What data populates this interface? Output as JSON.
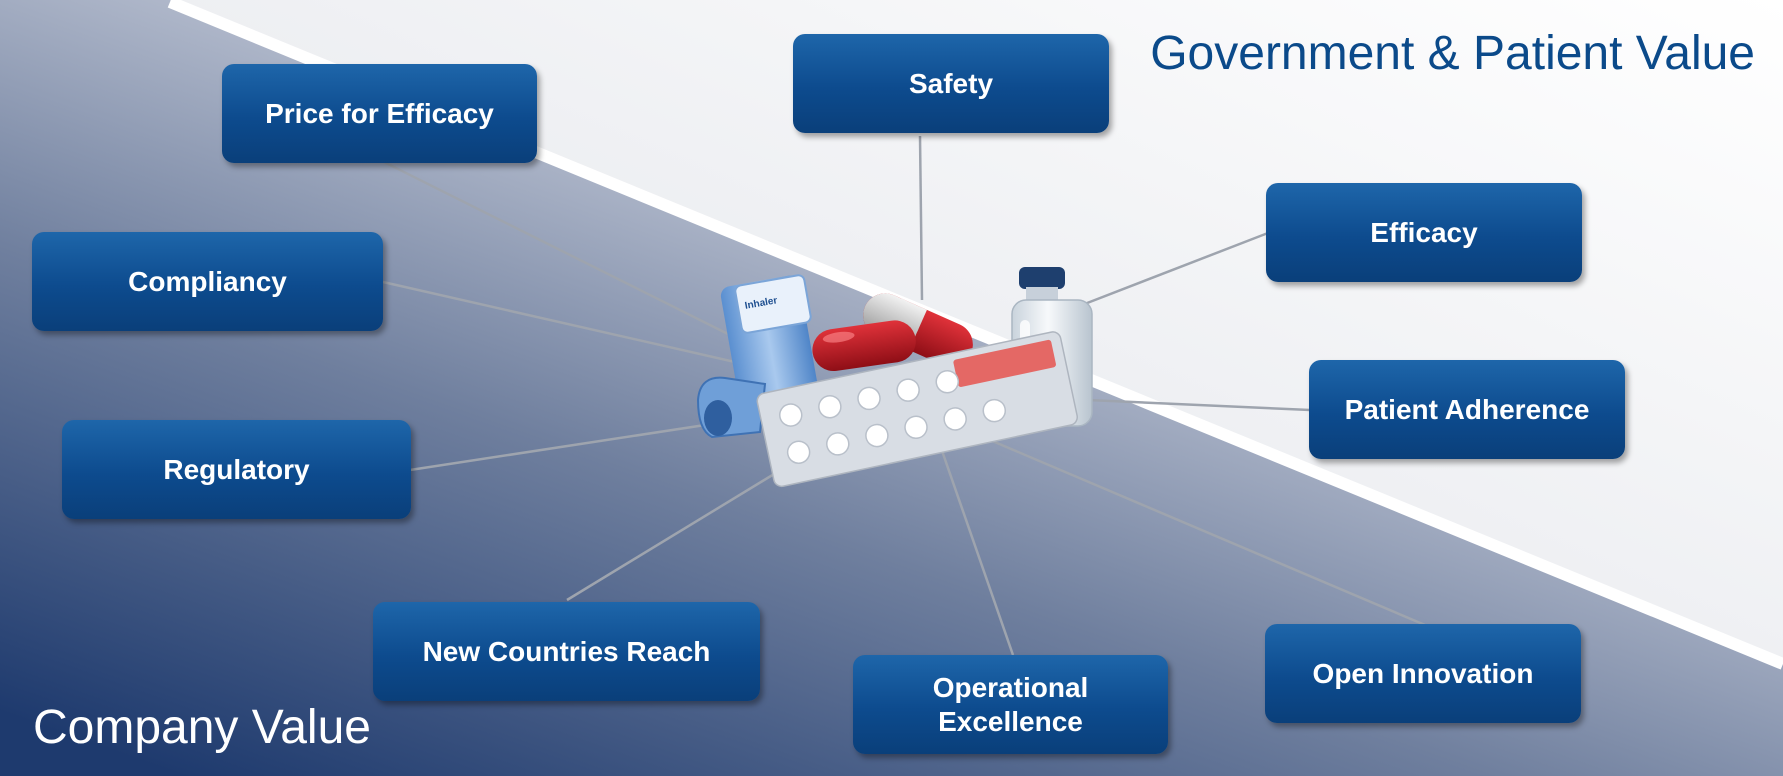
{
  "headings": {
    "government_value": "Government & Patient Value",
    "company_value": "Company Value"
  },
  "nodes": {
    "price_for_efficacy": "Price for Efficacy",
    "safety": "Safety",
    "efficacy": "Efficacy",
    "compliancy": "Compliancy",
    "patient_adherence": "Patient Adherence",
    "regulatory": "Regulatory",
    "new_countries_reach": "New Countries Reach",
    "operational_excellence": "Operational Excellence",
    "open_innovation": "Open Innovation"
  },
  "illustration": {
    "inhaler_label": "Inhaler"
  },
  "colors": {
    "node_fill": "#0d4b8e",
    "heading_blue": "#0b4a8a",
    "company_region_dark": "#1e3a6e",
    "divider": "#ffffff"
  }
}
